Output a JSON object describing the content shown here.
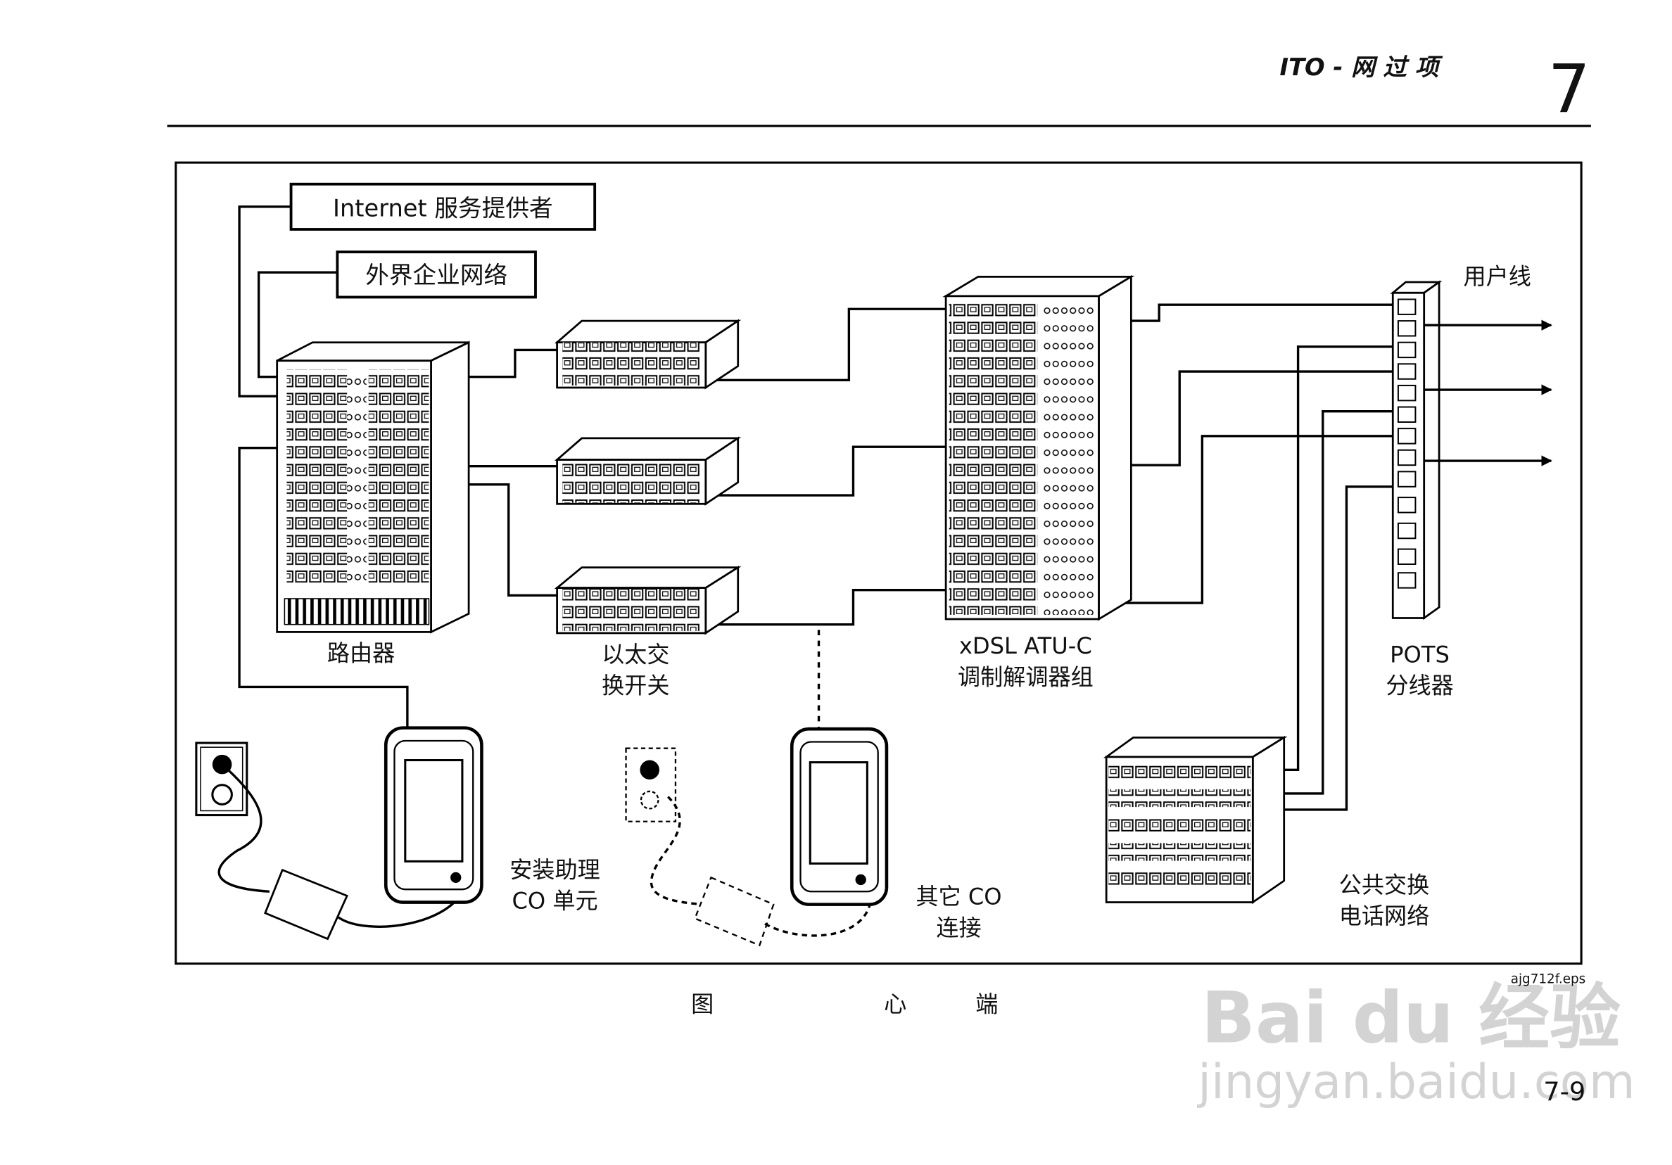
{
  "header": {
    "section_title": "ITO - 网  过  项",
    "chapter_number": "7"
  },
  "diagram": {
    "isp_box": "Internet  服务提供者",
    "enterprise_box": "外界企业网络",
    "router_label": "路由器",
    "switch_label": [
      "以太交",
      "换开关"
    ],
    "dslam_label": [
      "xDSL ATU-C",
      "调制解调器组"
    ],
    "splitter_label": [
      "POTS",
      "分线器"
    ],
    "subscriber_lines_label": "用户线",
    "pstn_label": [
      "公共交换",
      "电话网络"
    ],
    "handheld1_label": [
      "安装助理",
      "CO 单元"
    ],
    "handheld2_label": [
      "其它  CO",
      "连接"
    ],
    "file_name": "ajg712f.eps"
  },
  "caption": {
    "parts": [
      "图",
      "心",
      "端"
    ]
  },
  "footer": {
    "page_number": "7-9"
  },
  "watermark": {
    "brand": "Bai du 经验",
    "url": "jingyan.baidu.com"
  }
}
